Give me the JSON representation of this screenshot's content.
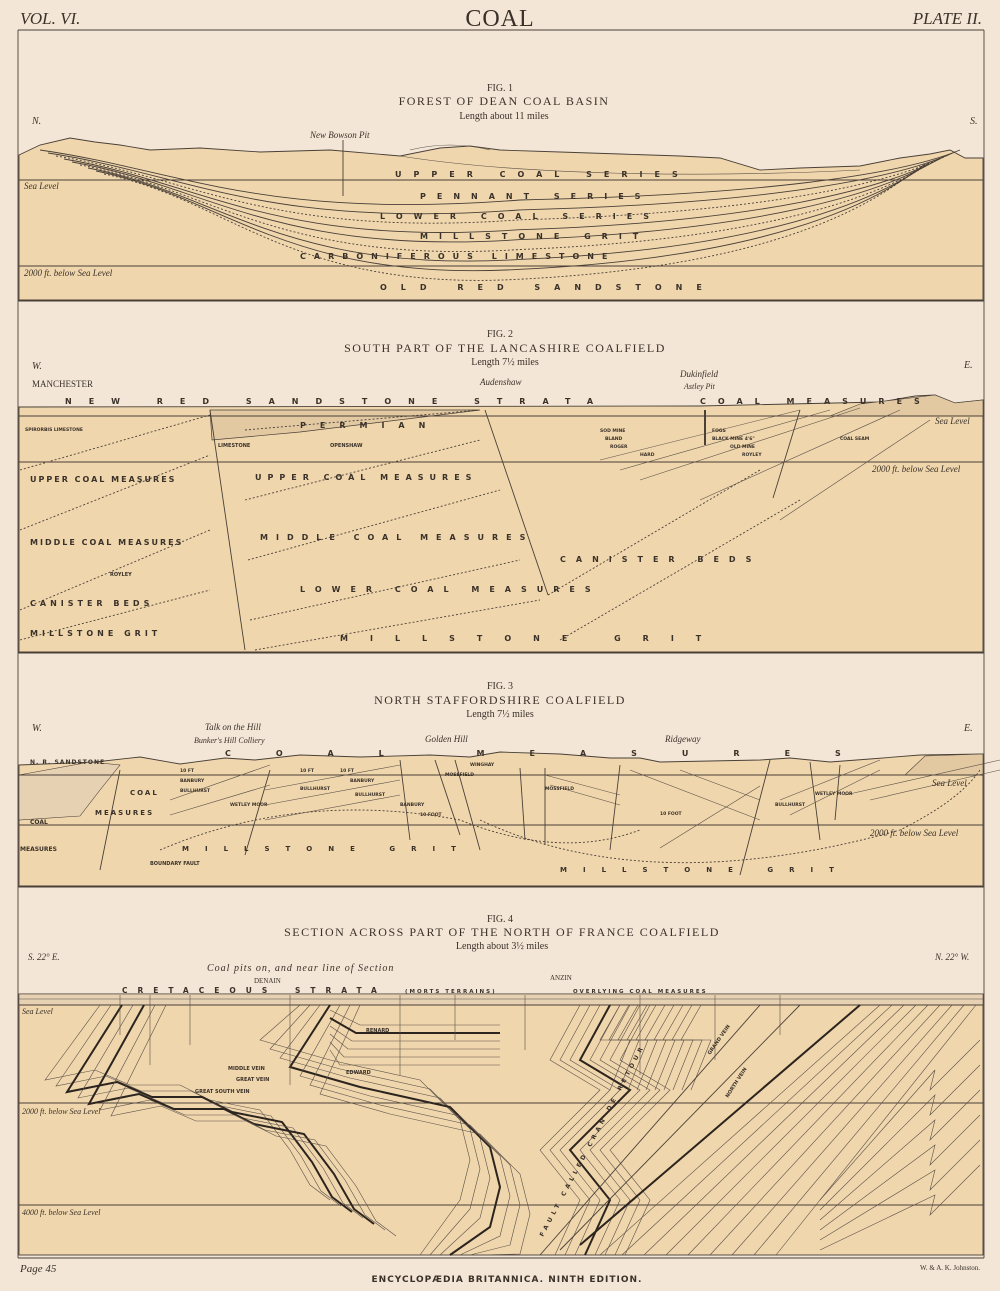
{
  "header": {
    "vol": "VOL. VI.",
    "title": "COAL",
    "plate": "PLATE II."
  },
  "colors": {
    "paper": "#f3e6d6",
    "strata_fill": "#efd6ad",
    "ink": "#3a3129"
  },
  "fig1": {
    "fig": "FIG. 1",
    "title": "FOREST OF DEAN COAL BASIN",
    "length": "Length about 11 miles",
    "left": "N.",
    "right": "S.",
    "pit": "New Bowson Pit",
    "sea_level": "Sea Level",
    "depth": "2000 ft. below Sea Level",
    "strata": [
      "UPPER COAL SERIES",
      "PENNANT SERIES",
      "LOWER COAL SERIES",
      "MILLSTONE GRIT",
      "CARBONIFEROUS LIMESTONE",
      "OLD RED SANDSTONE"
    ]
  },
  "fig2": {
    "fig": "FIG. 2",
    "title": "SOUTH PART OF THE LANCASHIRE COALFIELD",
    "length": "Length 7½ miles",
    "left": "W.",
    "right": "E.",
    "places": [
      "MANCHESTER",
      "Audenshaw",
      "Dukinfield",
      "Astley Pit"
    ],
    "sea_level": "Sea Level",
    "depth": "2000 ft. below Sea Level",
    "strata": [
      "NEW RED SANDSTONE STRATA",
      "COAL MEASURES",
      "PERMIAN",
      "SPIRORBIS LIMESTONE",
      "LIMESTONE",
      "OPENSHAW",
      "UPPER COAL MEASURES",
      "UPPER COAL MEASURES",
      "MIDDLE COAL MEASURES",
      "MIDDLE COAL MEASURES",
      "ROYLEY",
      "CANISTER BEDS",
      "CANISTER BEDS",
      "MILLSTONE GRIT",
      "LOWER COAL MEASURES",
      "MILLSTONE GRIT"
    ],
    "seams": [
      "SOD MINE",
      "BLAND",
      "ROGER",
      "HARD",
      "FOGS",
      "BLACK MINE 4'6\"",
      "OLD MINE",
      "ROYLEY",
      "COAL SEAM"
    ]
  },
  "fig3": {
    "fig": "FIG. 3",
    "title": "NORTH STAFFORDSHIRE COALFIELD",
    "length": "Length 7½ miles",
    "left": "W.",
    "right": "E.",
    "places": [
      "Talk on the Hill",
      "Bunker's Hill Colliery",
      "Golden Hill",
      "Ridgeway"
    ],
    "sea_level": "Sea Level",
    "depth": "2000 ft. below Sea Level",
    "strata": [
      "N. R. SANDSTONE",
      "COAL MEASURES",
      "COAL",
      "MEASURES",
      "COAL",
      "MEASURES",
      "BOUNDARY FAULT",
      "MILLSTONE GRIT",
      "MILLSTONE GRIT"
    ],
    "seams": [
      "10 FT",
      "BANBURY",
      "BULLHURST",
      "WETLEY MOOR",
      "10 FT",
      "BULLHURST",
      "10 FT",
      "BANBURY",
      "BULLHURST",
      "BANBURY",
      "10 FOOT",
      "MOSSFIELD",
      "WINGHAY",
      "MOSSFIELD",
      "10 FOOT",
      "BULLHURST",
      "WETLEY MOOR"
    ]
  },
  "fig4": {
    "fig": "FIG. 4",
    "title": "SECTION ACROSS PART OF THE NORTH OF FRANCE COALFIELD",
    "length": "Length about 3½ miles",
    "left": "S. 22° E.",
    "right": "N. 22° W.",
    "pits_note": "Coal pits on, and near line of Section",
    "places": [
      "DENAIN",
      "ANZIN"
    ],
    "sea_level": "Sea Level",
    "depth_2000": "2000 ft. below Sea Level",
    "depth_4000": "4000 ft. below Sea Level",
    "strata": [
      "CRETACEOUS",
      "STRATA",
      "(MORTS TERRAINS)",
      "OVERLYING COAL MEASURES"
    ],
    "seams": [
      "RENARD",
      "EDWARD",
      "MIDDLE VEIN",
      "GREAT VEIN",
      "GREAT SOUTH VEIN",
      "GRAND VEIN",
      "NORTH VEIN",
      "FAULT CALLED CRAN DE RETOUR"
    ]
  },
  "footer": {
    "page": "Page 45",
    "publication": "ENCYCLOPÆDIA BRITANNICA. NINTH EDITION.",
    "engraver": "W. & A. K. Johnston."
  }
}
